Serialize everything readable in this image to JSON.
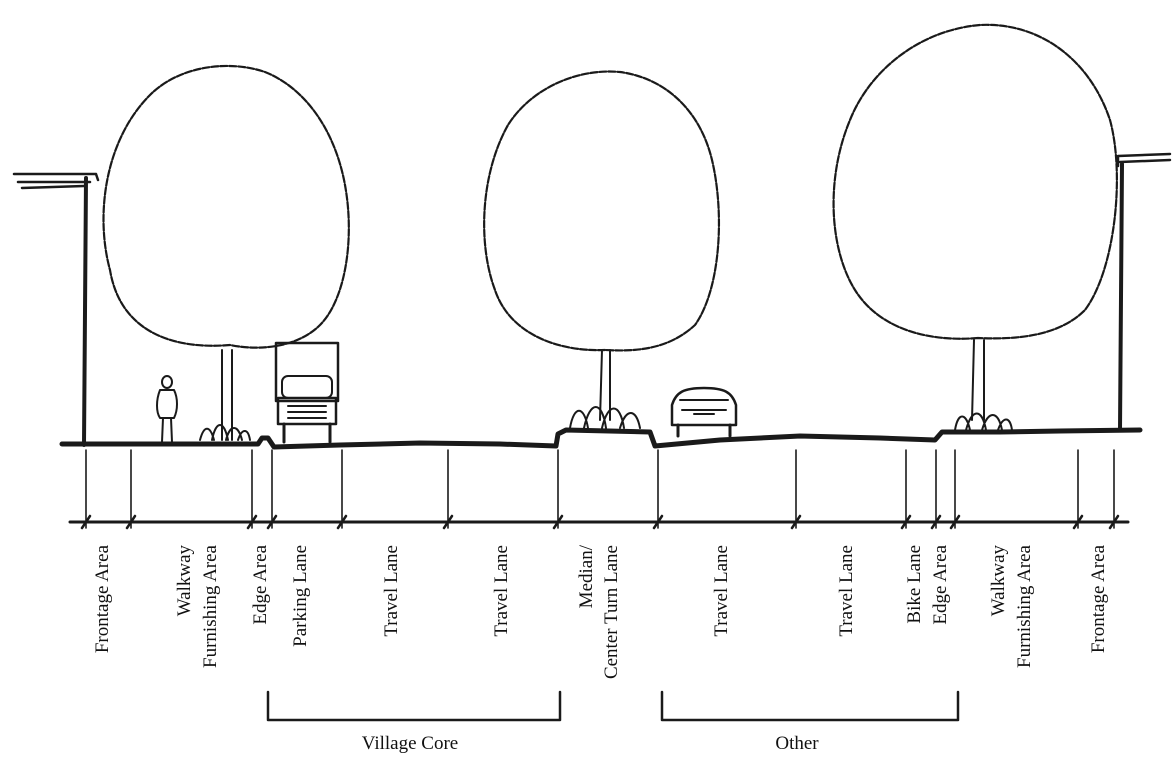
{
  "title": "",
  "zones": [
    {
      "id": "frontage-area-left",
      "lines": [
        "Frontage Area"
      ]
    },
    {
      "id": "walkway-furnishing-left",
      "lines": [
        "Walkway",
        "Furnishing Area"
      ]
    },
    {
      "id": "edge-area-left",
      "lines": [
        "Edge Area"
      ]
    },
    {
      "id": "parking-lane",
      "lines": [
        "Parking Lane"
      ]
    },
    {
      "id": "travel-lane-1",
      "lines": [
        "Travel Lane"
      ]
    },
    {
      "id": "travel-lane-2",
      "lines": [
        "Travel Lane"
      ]
    },
    {
      "id": "median",
      "lines": [
        "Median/",
        "Center Turn Lane"
      ]
    },
    {
      "id": "travel-lane-3",
      "lines": [
        "Travel Lane"
      ]
    },
    {
      "id": "travel-lane-4",
      "lines": [
        "Travel Lane"
      ]
    },
    {
      "id": "bike-edge-right",
      "lines": [
        "Bike Lane",
        "Edge Area"
      ]
    },
    {
      "id": "walkway-furnishing-right",
      "lines": [
        "Walkway",
        "Furnishing Area"
      ]
    },
    {
      "id": "frontage-area-right",
      "lines": [
        "Frontage Area"
      ]
    }
  ],
  "groups": [
    {
      "id": "village-core",
      "label": "Village Core"
    },
    {
      "id": "other",
      "label": "Other"
    }
  ],
  "icons": [
    "street-lamp",
    "tree",
    "pedestrian",
    "shrub",
    "truck",
    "car"
  ]
}
